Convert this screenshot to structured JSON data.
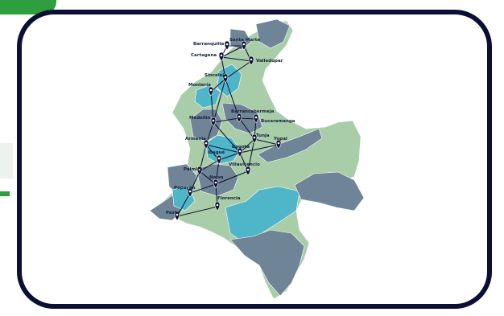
{
  "map": {
    "cities": [
      {
        "name": "Santa Marta"
      },
      {
        "name": "Barranquilla"
      },
      {
        "name": "Cartagena"
      },
      {
        "name": "Valledupar"
      },
      {
        "name": "Sincelejo"
      },
      {
        "name": "Montería"
      },
      {
        "name": "Barrancabermeja"
      },
      {
        "name": "Medellín"
      },
      {
        "name": "Bucaramanga"
      },
      {
        "name": "Tunja"
      },
      {
        "name": "Yopal"
      },
      {
        "name": "Bogotá"
      },
      {
        "name": "Armenia"
      },
      {
        "name": "Ibagué"
      },
      {
        "name": "Villavicencio"
      },
      {
        "name": "Palmira"
      },
      {
        "name": "Neiva"
      },
      {
        "name": "Popayán"
      },
      {
        "name": "Florencia"
      },
      {
        "name": "Pasto"
      }
    ]
  },
  "colors": {
    "frame": "#0b0f33",
    "accent": "#2e9e3e",
    "region_slate": "#6f8496",
    "region_teal": "#4fb5c8",
    "region_green": "#a9cda8",
    "pin": "#0b1030"
  },
  "icons": {
    "pin": "map-pin-icon"
  }
}
